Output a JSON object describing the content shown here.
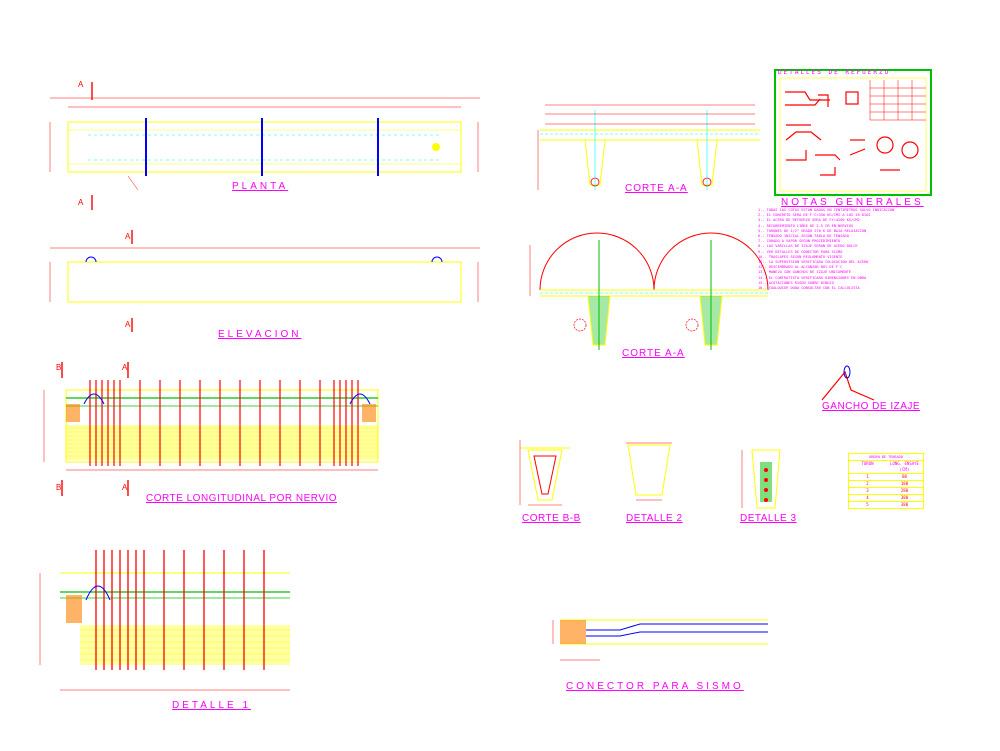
{
  "titles": {
    "planta": "PLANTA",
    "elevacion": "ELEVACION",
    "corte_long": "CORTE LONGITUDINAL POR NERVIO",
    "detalle1": "DETALLE 1",
    "corte_aa_1": "CORTE A-A",
    "corte_aa_2": "CORTE A-A",
    "notas": "NOTAS GENERALES",
    "gancho": "GANCHO DE IZAJE",
    "corte_bb": "CORTE B-B",
    "detalle2": "DETALLE 2",
    "detalle3": "DETALLE 3",
    "conector": "CONECTOR PARA SISMO",
    "detalles_refuerzo": "DETALLES DE REFUERZO"
  },
  "section_marks": {
    "a": "A",
    "b": "B"
  },
  "notes": [
    "1.- TODAS LAS COTAS ESTAN DADAS EN CENTIMETROS SALVO INDICACION",
    "2.- EL CONCRETO SERA DE F'C=350 KG/CM2 A LOS 28 DIAS",
    "3.- EL ACERO DE REFUERZO SERA DE FY=4200 KG/CM2",
    "4.- RECUBRIMIENTO LIBRE DE 2.5 CM EN NERVIOS",
    "5.- TORONES DE 1/2\" GRADO 270 K DE BAJA RELAJACION",
    "6.- TENSADO INICIAL SEGUN TABLA DE TENSADO",
    "7.- CURADO A VAPOR SEGUN PROCEDIMIENTO",
    "8.- LAS VARILLAS DE IZAJE SERAN DE ACERO DULCE",
    "9.- VER DETALLES DE CONECTOR PARA SISMO",
    "10.- TRASLAPES SEGUN REGLAMENTO VIGENTE",
    "11.- LA SUPERVISION VERIFICARA COLOCACION DEL ACERO",
    "12.- DESCIMBRADO AL ALCANZAR 80% DE F'C",
    "13.- MANEJO CON GANCHOS DE IZAJE UNICAMENTE",
    "14.- EL CONTRATISTA VERIFICARA DIMENSIONES EN OBRA",
    "15.- ACOTACIONES RIGEN SOBRE DIBUJO",
    "16.- CUALQUIER DUDA CONSULTAR CON EL CALCULISTA"
  ],
  "tension_table": {
    "title": "ORDEN DE TENSADO",
    "headers": [
      "TORON",
      "LONG. ENSAYE (CM)"
    ],
    "rows": [
      [
        "1",
        "80"
      ],
      [
        "2",
        "180"
      ],
      [
        "3",
        "280"
      ],
      [
        "4",
        "380"
      ],
      [
        "5",
        "380"
      ]
    ]
  },
  "colors": {
    "concrete": "#ffff00",
    "rebar": "#ff0000",
    "dim": "#ff0000",
    "cyan": "#00ffff",
    "magenta": "#ff00ff",
    "green": "#00c000",
    "blue": "#0000ff"
  }
}
